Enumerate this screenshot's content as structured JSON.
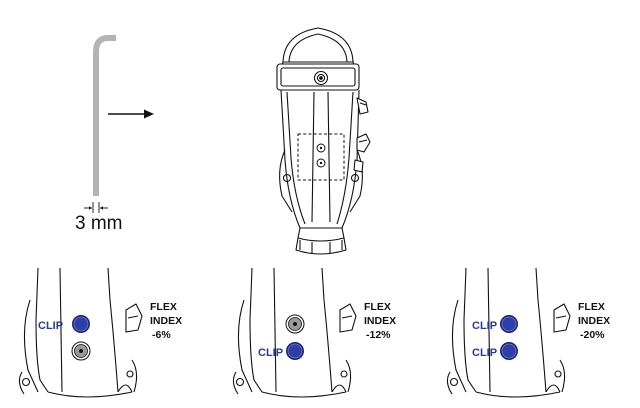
{
  "tool": {
    "size_label": "3 mm",
    "shape": "allen-key"
  },
  "colors": {
    "clip_text": "#2a3a92",
    "clip_fill": "#2f3fa8",
    "clip_dark": "#1a2470",
    "tool_gray": "#b4b4b4",
    "line": "#111111"
  },
  "panels": [
    {
      "flex_title": "FLEX",
      "flex_index": "INDEX",
      "flex_value": "-6%",
      "upper_clip": true,
      "lower_clip": false,
      "upper_label": "CLIP",
      "lower_label": ""
    },
    {
      "flex_title": "FLEX",
      "flex_index": "INDEX",
      "flex_value": "-12%",
      "upper_clip": false,
      "lower_clip": true,
      "upper_label": "",
      "lower_label": "CLIP"
    },
    {
      "flex_title": "FLEX",
      "flex_index": "INDEX",
      "flex_value": "-20%",
      "upper_clip": true,
      "lower_clip": true,
      "upper_label": "CLIP",
      "lower_label": "CLIP"
    }
  ]
}
